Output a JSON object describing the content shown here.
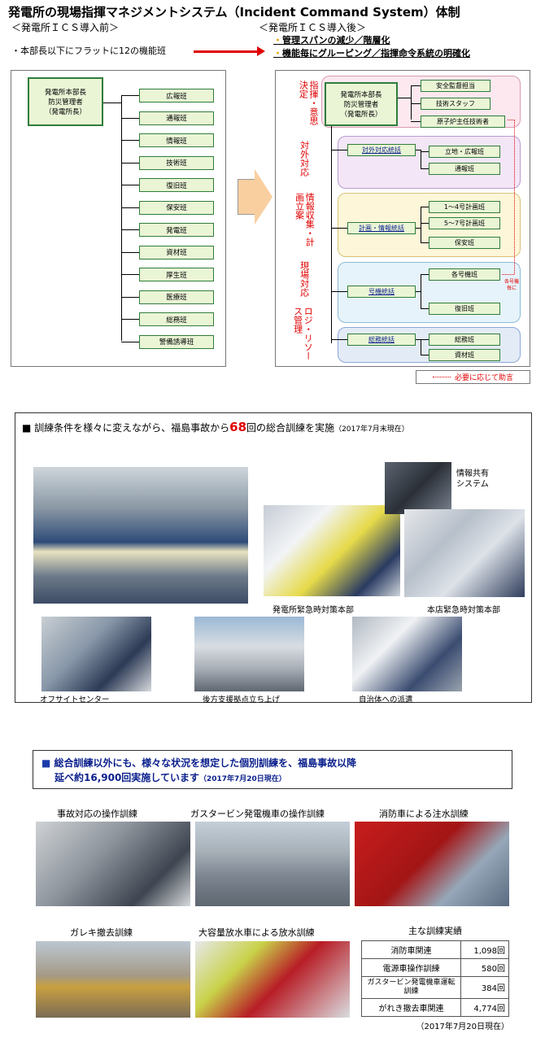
{
  "title": "発電所の現場指揮マネジメントシステム（Incident Command System）体制",
  "before_label": "＜発電所ＩＣＳ導入前＞",
  "after_label": "＜発電所ＩＣＳ導入後＞",
  "before_note": "・本部長以下にフラットに12の機能班",
  "after_notes": [
    "管理スパンの減少／階層化",
    "機能毎にグルーピング／指揮命令系統の明確化"
  ],
  "hq": {
    "line1": "発電所本部長",
    "line2": "防災管理者",
    "line3": "（発電所長）"
  },
  "before_teams": [
    "広報班",
    "通報班",
    "情報班",
    "技術班",
    "復旧班",
    "保安班",
    "発電班",
    "資材班",
    "厚生班",
    "医療班",
    "総務班",
    "警備誘導班"
  ],
  "staff": [
    "安全監督担当",
    "技術スタッフ",
    "原子炉主任技術者"
  ],
  "side_labels": {
    "g1": "指揮・意思決定",
    "g2": "対外対応",
    "g3": "情報収集・計画立案",
    "g4": "現場対応",
    "g5": "ロジ・リソース管理"
  },
  "groups": [
    {
      "lead": "対外対応統括",
      "teams": [
        "立地・広報班",
        "通報班"
      ]
    },
    {
      "lead": "計画・情報統括",
      "teams": [
        "1～4号計画班",
        "5～7号計画班",
        "保安班"
      ]
    },
    {
      "lead": "号機統括",
      "teams": [
        "各号機班",
        "復旧班"
      ]
    },
    {
      "lead": "総務統括",
      "teams": [
        "総務班",
        "資材班"
      ]
    }
  ],
  "unit_note": "各号機毎に",
  "advice_legend": "必要に応じて助言",
  "sec2": {
    "pre": "訓練条件を様々に変えながら、福島事故から",
    "count": "68",
    "mid": "回の総合訓練を実施",
    "date": "（2017年7月末現在）"
  },
  "sec2_captions": {
    "info_system": "情報共有\nシステム",
    "plant_hq": "発電所緊急時対策本部",
    "head_hq": "本店緊急時対策本部",
    "offsite": "オフサイトセンター",
    "backup": "後方支援拠点立ち上げ",
    "municipal": "自治体への派遣"
  },
  "sec3": {
    "line1": "総合訓練以外にも、様々な状況を想定した個別訓練を、福島事故以降",
    "line2": "延べ約16,900回実施しています",
    "date": "（2017年7月20日現在）"
  },
  "sec3_captions": [
    "事故対応の操作訓練",
    "ガスタービン発電機車の操作訓練",
    "消防車による注水訓練",
    "ガレキ撤去訓練",
    "大容量放水車による放水訓練"
  ],
  "results": {
    "title": "主な訓練実績",
    "rows": [
      [
        "消防車関連",
        "1,098回"
      ],
      [
        "電源車操作訓練",
        "580回"
      ],
      [
        "ガスタービン発電機車運転訓練",
        "384回"
      ],
      [
        "がれき撤去車関連",
        "4,774回"
      ]
    ],
    "date": "（2017年7月20日現在）"
  },
  "colors": {
    "green_border": "#2f7d3a",
    "green_fill": "#eaf5d6",
    "red": "#e00000",
    "navy": "#0a1f8c",
    "blue_bullet": "#1a3caa"
  }
}
